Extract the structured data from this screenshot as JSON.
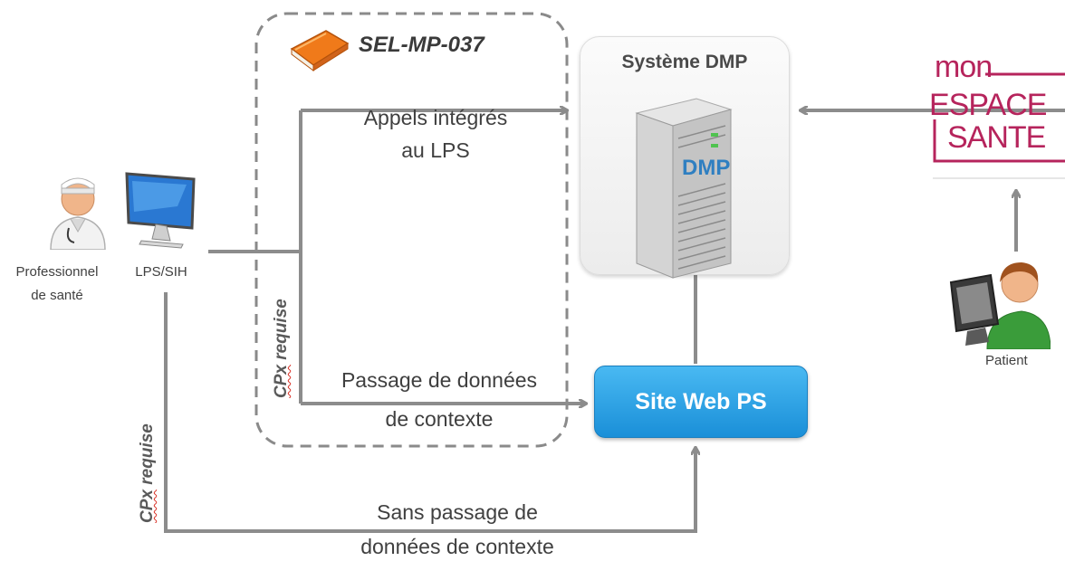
{
  "sel": {
    "title": "SEL-MP-037"
  },
  "dmp": {
    "title": "Système DMP",
    "server_logo": "DMP"
  },
  "site_web": {
    "label": "Site Web PS"
  },
  "actors": {
    "professional_line1": "Professionnel",
    "professional_line2": "de santé",
    "lps": "LPS/SIH",
    "patient": "Patient"
  },
  "flows": {
    "appels_line1": "Appels intégrés",
    "appels_line2": "au LPS",
    "passage_line1": "Passage de données",
    "passage_line2": "de contexte",
    "sans_line1": "Sans passage de",
    "sans_line2": "données de contexte"
  },
  "cpx_required": {
    "prefix": "CPx",
    "suffix": " requise"
  },
  "logo": {
    "line1": "mon",
    "line2": "ESPACE",
    "line3": "SANTE"
  },
  "colors": {
    "arrow": "#8c8c8c",
    "site_web": "#1a8fd8",
    "logo": "#b6245c"
  },
  "icons": [
    "book-icon",
    "doctor-icon",
    "monitor-icon",
    "server-icon",
    "patient-computer-icon"
  ]
}
